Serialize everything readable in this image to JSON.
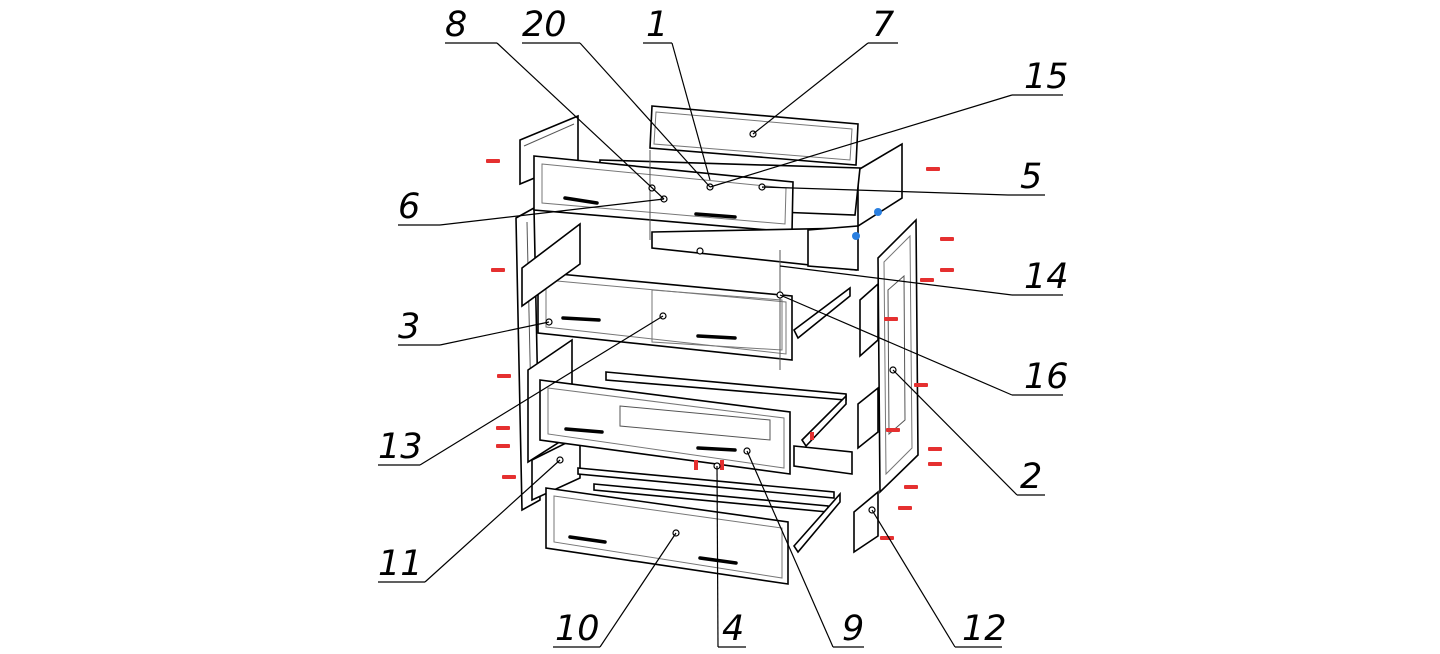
{
  "diagram": {
    "callouts": [
      {
        "id": "c8",
        "number": "8"
      },
      {
        "id": "c20",
        "number": "20"
      },
      {
        "id": "c1",
        "number": "1"
      },
      {
        "id": "c7",
        "number": "7"
      },
      {
        "id": "c15",
        "number": "15"
      },
      {
        "id": "c5",
        "number": "5"
      },
      {
        "id": "c6",
        "number": "6"
      },
      {
        "id": "c14",
        "number": "14"
      },
      {
        "id": "c3",
        "number": "3"
      },
      {
        "id": "c16",
        "number": "16"
      },
      {
        "id": "c13",
        "number": "13"
      },
      {
        "id": "c2",
        "number": "2"
      },
      {
        "id": "c11",
        "number": "11"
      },
      {
        "id": "c10",
        "number": "10"
      },
      {
        "id": "c4",
        "number": "4"
      },
      {
        "id": "c9",
        "number": "9"
      },
      {
        "id": "c12",
        "number": "12"
      }
    ],
    "colors": {
      "line": "#000000",
      "fastener": "#e53030",
      "cam_lock": "#2a7fe0",
      "background": "#ffffff"
    }
  }
}
